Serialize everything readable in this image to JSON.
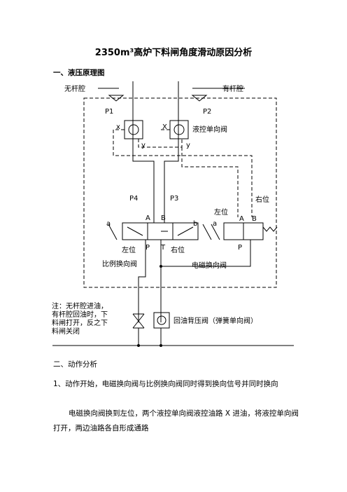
{
  "document": {
    "title": "2350m³高炉下料闸角度滑动原因分析",
    "section1_heading": "一、液压原理图",
    "section2_heading": "二、动作分析",
    "paragraph1": "1、动作开始，电磁换向阀与比例换向阀同时得到换向信号并同时换向",
    "paragraph2": "电磁换向阀换到左位，两个液控单向阀液控油路 X 进油，将液控单向阀打开，两边油路各自形成通路"
  },
  "diagram": {
    "label_rodless": "无杆腔",
    "label_rod": "有杆腔",
    "label_p1": "P1",
    "label_p2": "P2",
    "label_pilot_check": "液控单向阀",
    "label_x1": "x",
    "label_y1": "y",
    "label_x2": "X",
    "label_y2": "y",
    "label_p4": "P4",
    "label_p3": "P3",
    "label_right_pos_top": "右位",
    "label_left_pos_top": "左位",
    "label_a1": "A",
    "label_b1": "B",
    "label_p_1": "P",
    "label_t_1": "T",
    "label_a_small": "a",
    "label_b_small": "b",
    "label_left_pos": "左位",
    "label_right_pos": "右位",
    "label_proportional": "比例换向阀",
    "label_a2": "A",
    "label_b2": "B",
    "label_p_2": "P",
    "label_a_small2": "a",
    "label_solenoid": "电磁换向阀",
    "note_line1": "注：无杆腔进油，",
    "note_line2": "有杆腔回油时，下",
    "note_line3": "料闸打开，反之下",
    "note_line4": "料闸关闭",
    "label_back_pressure": "回油背压阀（弹簧单向阀）"
  }
}
